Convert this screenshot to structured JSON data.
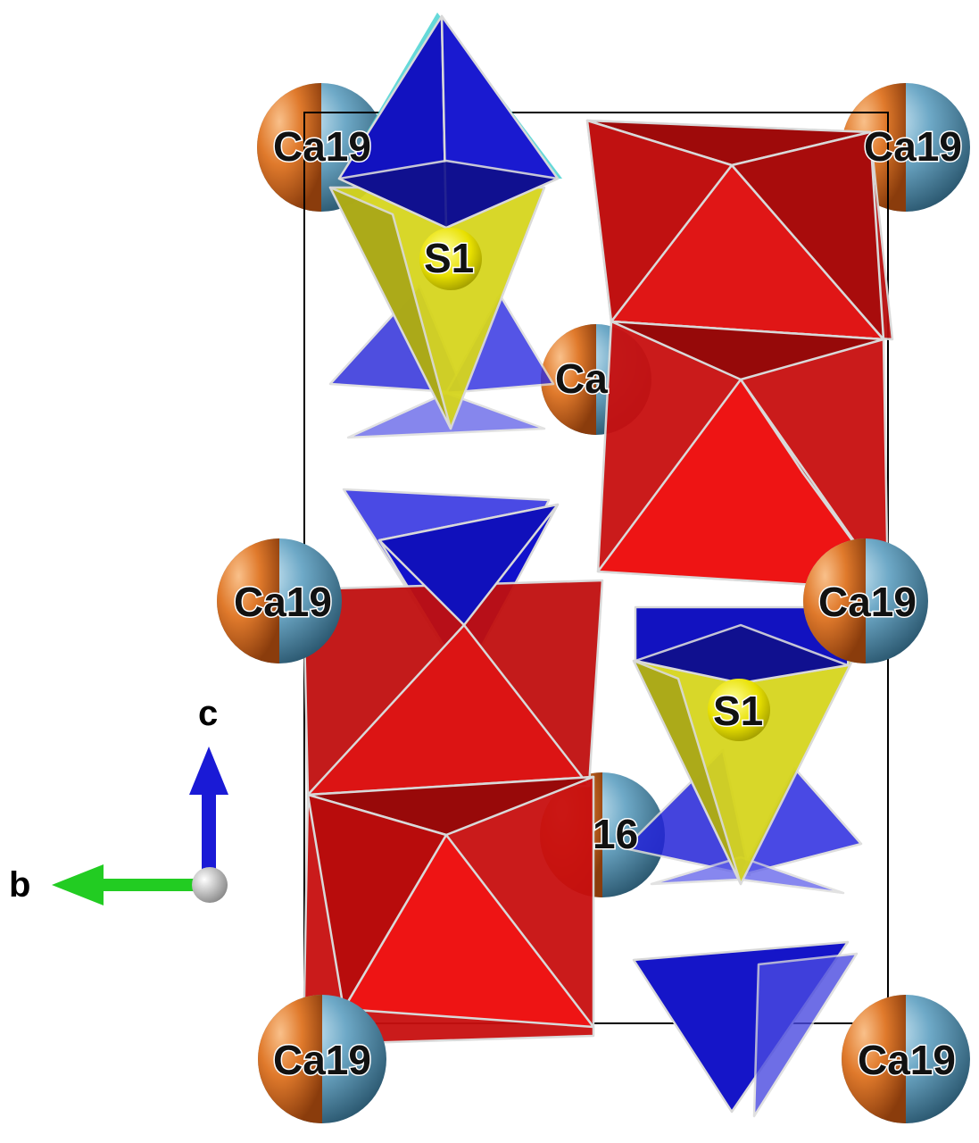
{
  "atoms": {
    "ca19_label": "Ca19",
    "s1_label": "S1",
    "partial_ca_label": "Ca",
    "partial_16_label": "16"
  },
  "axes": {
    "c_label": "c",
    "b_label": "b"
  },
  "colors": {
    "octahedra": "#d40f0f",
    "tetrahedra": "#1515c8",
    "sulfate_core": "#c8c51a",
    "ca_orange": "#e0782a",
    "ca_blue": "#4d8fb0",
    "axis_c": "#1a1ad6",
    "axis_b": "#22cc22"
  }
}
